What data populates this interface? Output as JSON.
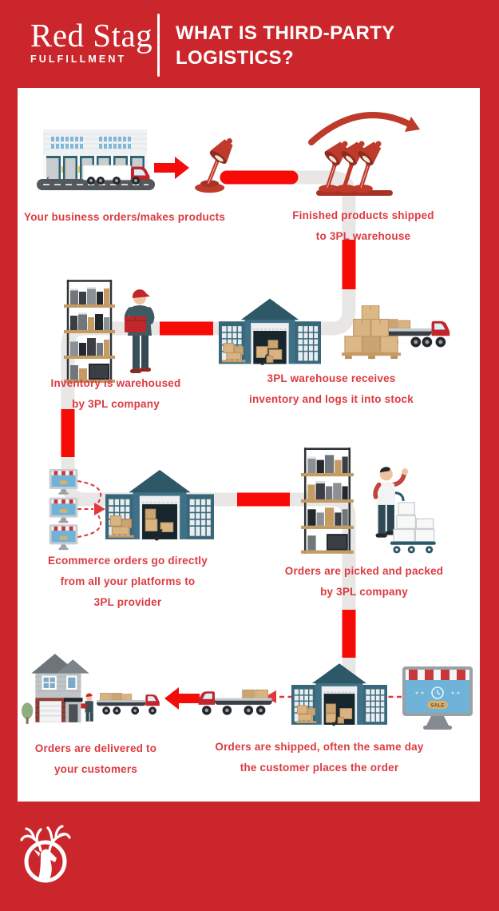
{
  "header": {
    "brand_name": "Red Stag",
    "brand_sub": "FULFILLMENT",
    "title_line1": "WHAT IS THIRD-PARTY",
    "title_line2": "LOGISTICS?"
  },
  "steps": [
    {
      "illustration": "factory-building-with-truck",
      "caption_lines": [
        "Your business orders/makes products"
      ]
    },
    {
      "illustration": "assembly-lamps-with-curved-arrow",
      "caption_lines": [
        "Finished products shipped",
        "to 3PL warehouse"
      ]
    },
    {
      "illustration": "warehouse-pallet-and-flatbed-truck",
      "caption_lines": [
        "3PL warehouse receives",
        "inventory and logs it into stock"
      ]
    },
    {
      "illustration": "storage-rack-with-worker",
      "caption_lines": [
        "Inventory is warehoused",
        "by 3PL company"
      ]
    },
    {
      "illustration": "ecommerce-monitors-to-warehouse",
      "caption_lines": [
        "Ecommerce orders go directly",
        "from all your platforms to",
        "3PL provider"
      ]
    },
    {
      "illustration": "rack-picker-with-cart",
      "caption_lines": [
        "Orders are picked and packed",
        "by 3PL company"
      ]
    },
    {
      "illustration": "warehouse-truck-and-store-monitor",
      "caption_lines": [
        "Orders are shipped, often the same day",
        "the customer places the order"
      ]
    },
    {
      "illustration": "house-with-delivery-truck",
      "caption_lines": [
        "Orders are delivered to",
        "your customers"
      ]
    }
  ],
  "badges": {
    "sale": "SALE"
  },
  "colors": {
    "frame_red": "#CB262B",
    "caption_red": "#DC3A40",
    "path_red": "#F60B06",
    "path_gray": "#E9E7E5",
    "arrow_red": "#F20C0A",
    "dashed_red": "#E0363C",
    "illustration_red": "#BE3A2B",
    "teal": "#39677A",
    "box_tan": "#D9B483",
    "white": "#FFFFFF"
  }
}
